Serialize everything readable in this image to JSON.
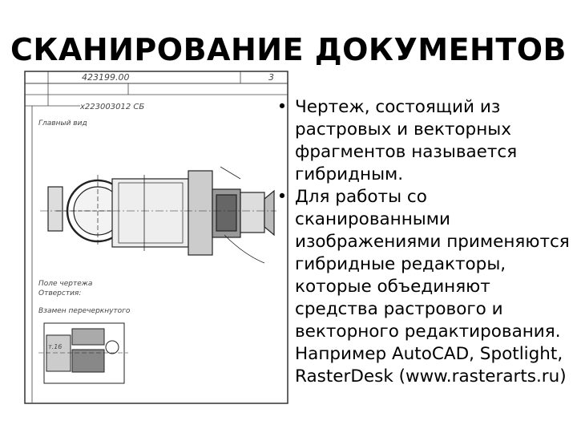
{
  "slide": {
    "title": "СКАНИРОВАНИЕ ДОКУМЕНТОВ",
    "bullets": [
      "Чертеж, состоящий из растровых и векторных фрагментов называется гибридным.",
      "Для работы со сканированными изображениями применяются гибридные редакторы, которые объединяют средства растрового и векторного редактирования. Например AutoCAD, Spotlight, RasterDesk (www.rasterarts.ru)"
    ],
    "bullet_symbol": "•"
  },
  "drawing": {
    "stamp_number": "423199.00",
    "stamp_sheet": "3",
    "part_number": "х223003012 СБ",
    "main_view_label": "Главный вид",
    "note_line1": "Поле чертежа",
    "note_line2": "Отверстия:",
    "section_label": "Взамен перечеркнутого",
    "dimension": "т.16"
  },
  "colors": {
    "text": "#000000",
    "line": "#333333",
    "background": "#ffffff"
  }
}
